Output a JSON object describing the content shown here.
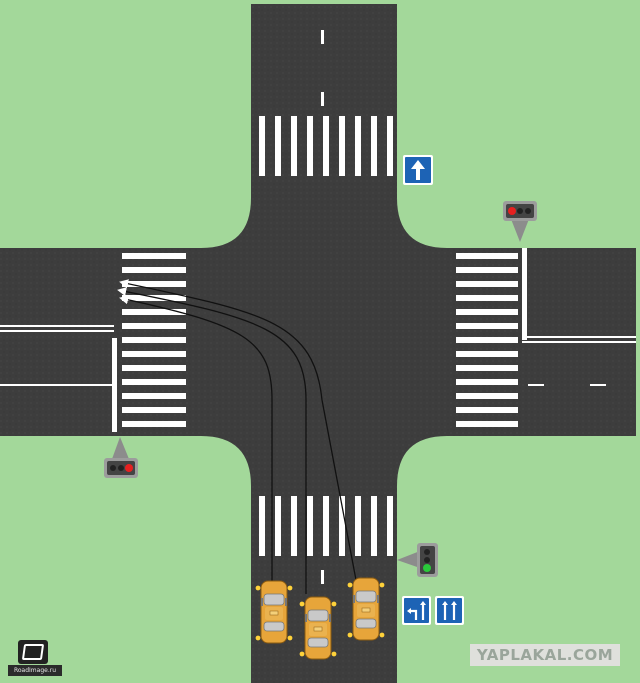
{
  "scene": {
    "title": "",
    "colors": {
      "grass": "#a3d89a",
      "asphalt": "#3d3d3d",
      "marking": "#ffffff",
      "taxi": "#e7a53a",
      "sign_blue": "#1d63b5",
      "signal_housing": "#444444",
      "signal_red": "#e62020",
      "signal_green": "#29c93a"
    },
    "traffic_lights": [
      {
        "name": "east-signal",
        "state": "red"
      },
      {
        "name": "west-signal",
        "state": "red"
      },
      {
        "name": "south-signal",
        "state": "green"
      }
    ],
    "signs": [
      {
        "name": "straight-only-sign",
        "icon": "arrow-up-icon"
      },
      {
        "name": "lane-left-straight-sign",
        "icon": "lane-left-straight-icon"
      },
      {
        "name": "lane-straight-straight-sign",
        "icon": "lane-straight-straight-icon"
      }
    ],
    "vehicles": [
      {
        "name": "taxi-left",
        "type": "taxi"
      },
      {
        "name": "taxi-middle",
        "type": "taxi"
      },
      {
        "name": "taxi-right",
        "type": "taxi"
      }
    ],
    "paths": [
      {
        "name": "path-left",
        "maneuver": "left-turn"
      },
      {
        "name": "path-middle",
        "maneuver": "left-turn"
      },
      {
        "name": "path-right",
        "maneuver": "left-turn"
      }
    ]
  },
  "watermark": {
    "text": "YAPLAKAL.COM"
  },
  "logo": {
    "text": "RoadImage.ru"
  }
}
